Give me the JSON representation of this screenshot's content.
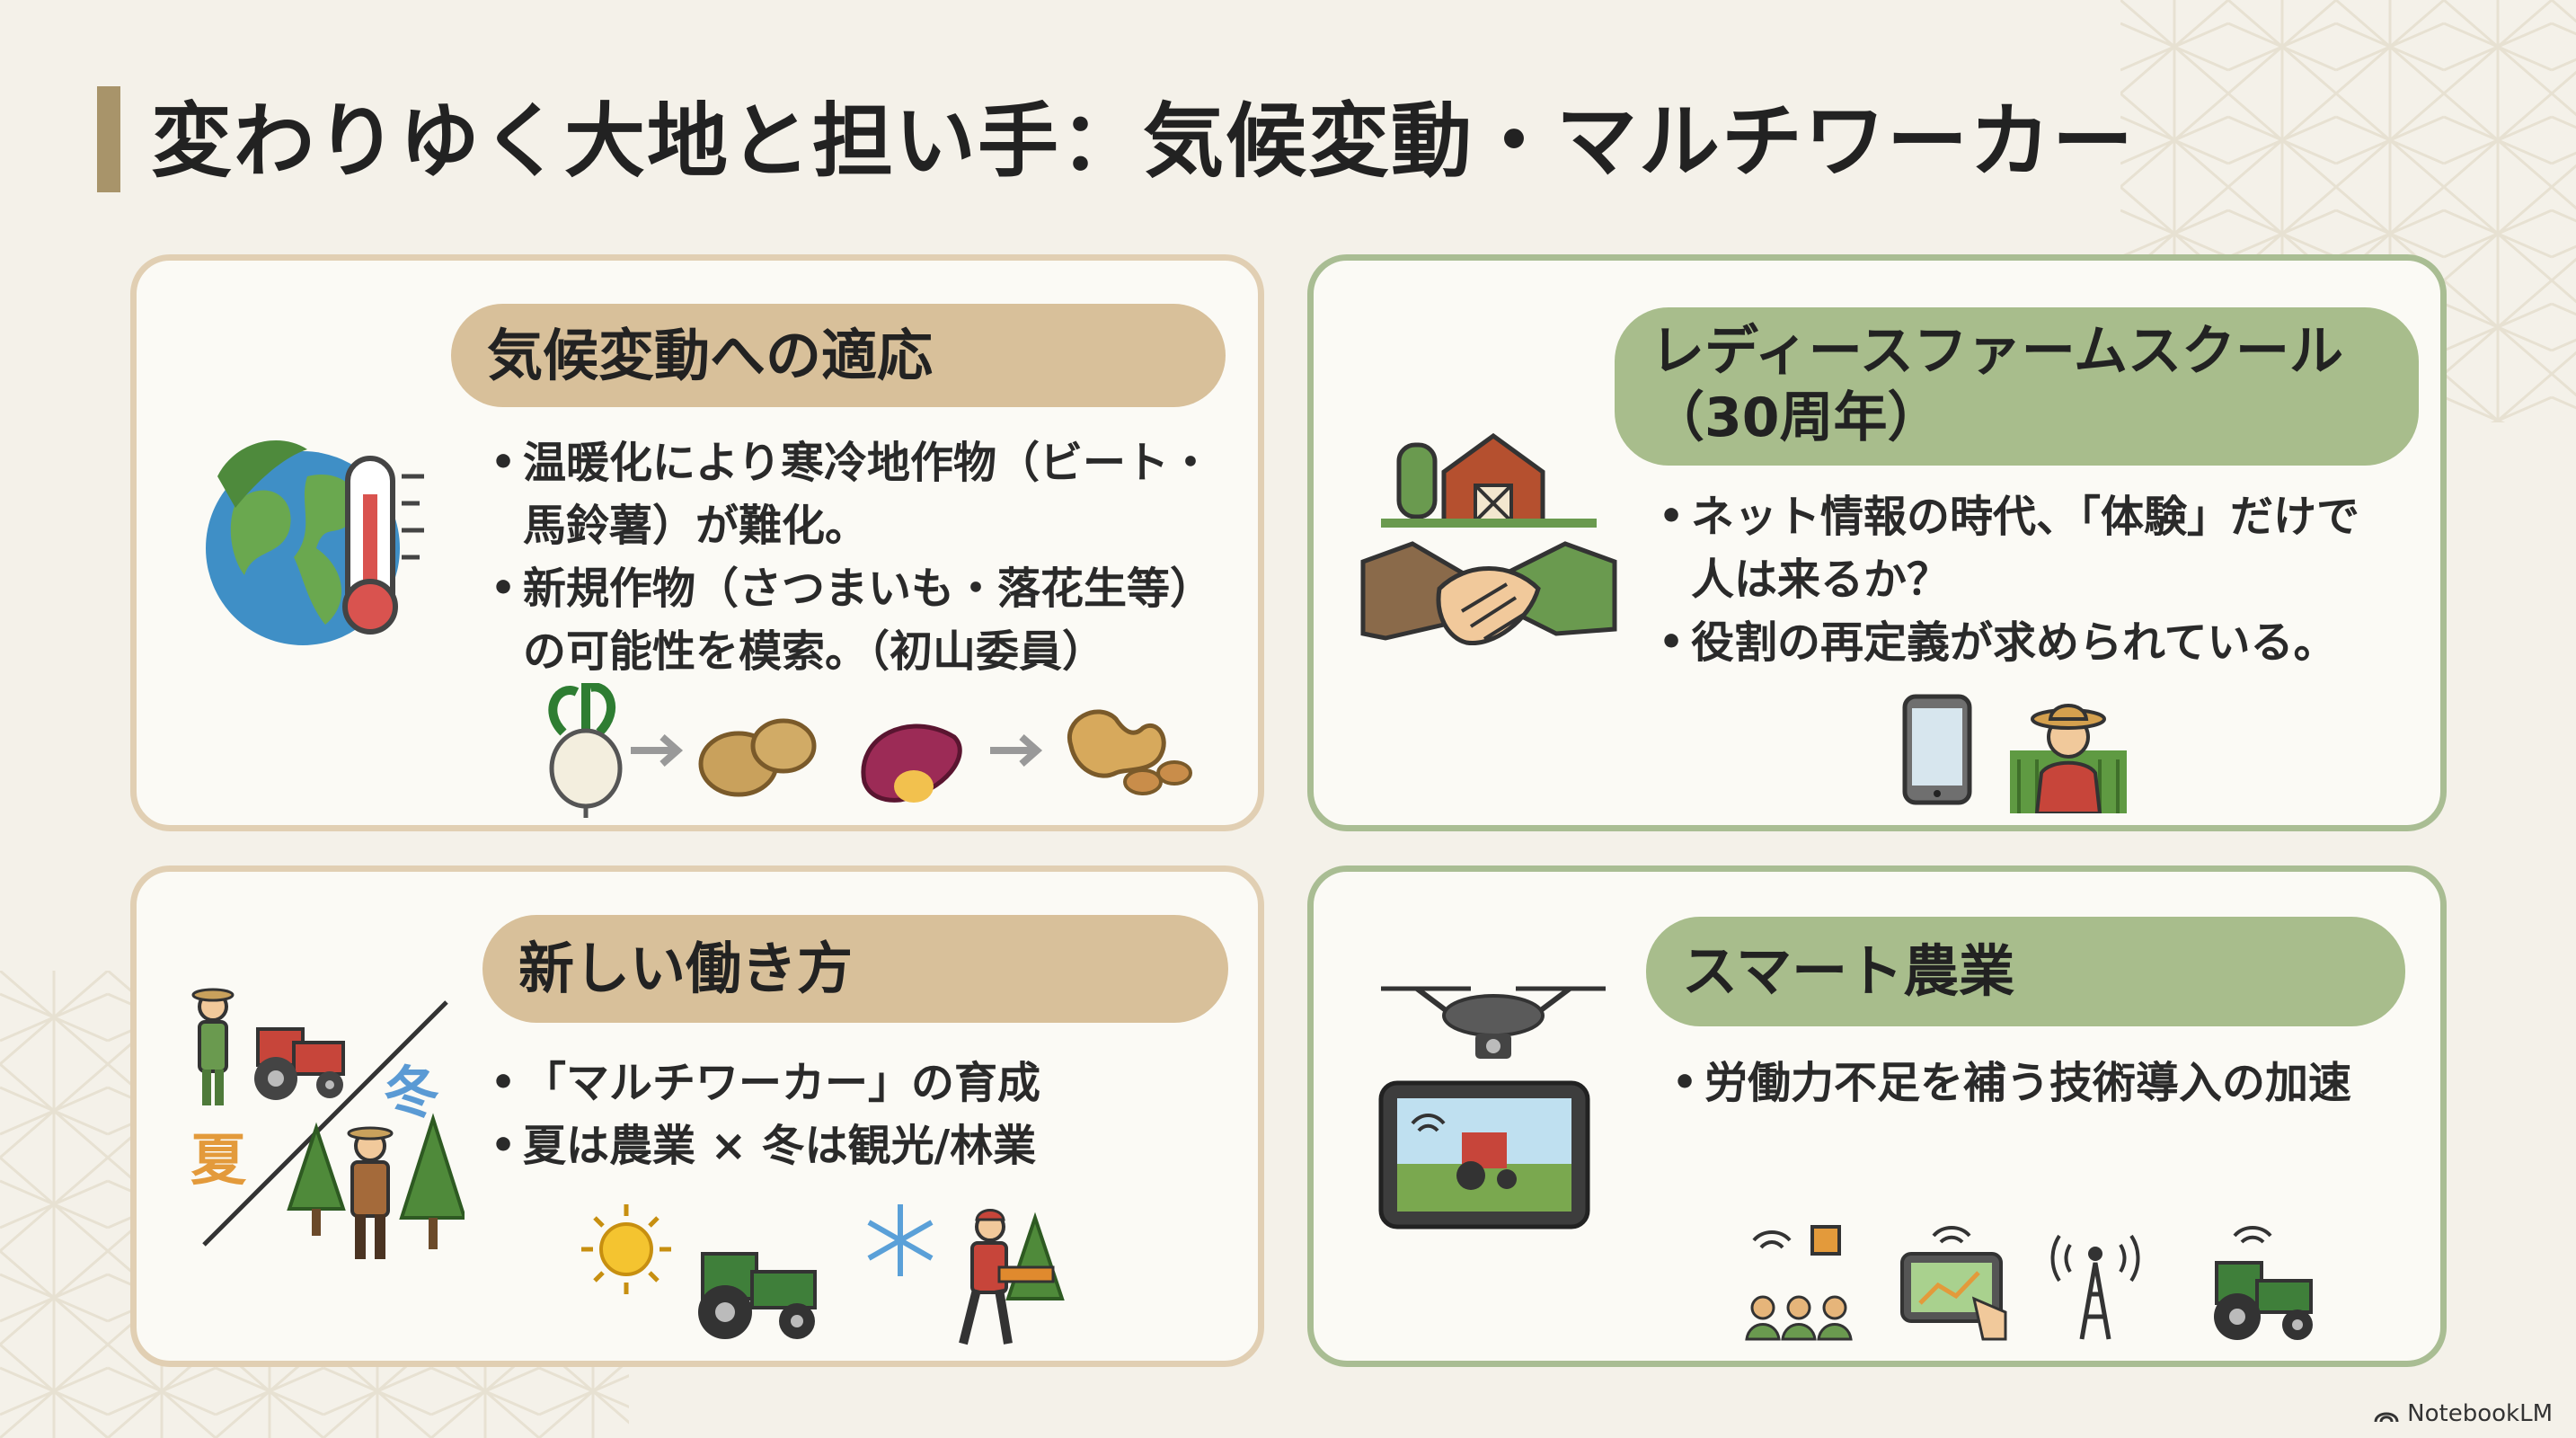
{
  "title": "変わりゆく大地と担い手：気候変動・マルチワーカー",
  "cards": {
    "climate": {
      "heading": "気候変動への適応",
      "bullets": [
        "温暖化により寒冷地作物（ビート・馬鈴薯）が難化。",
        "新規作物（さつまいも・落花生等）の可能性を模索。（初山委員）"
      ]
    },
    "school": {
      "heading_line1": "レディースファームスクール",
      "heading_line2": "（30周年）",
      "bullets": [
        "ネット情報の時代、「体験」だけで人は来るか？",
        "役割の再定義が求められている。"
      ]
    },
    "work": {
      "heading": "新しい働き方",
      "bullets": [
        "「マルチワーカー」の育成",
        "夏は農業 × 冬は観光/林業"
      ],
      "summer": "夏",
      "winter": "冬"
    },
    "smart": {
      "heading": "スマート農業",
      "bullets": [
        "労働力不足を補う技術導入の加速"
      ]
    }
  },
  "brand": "NotebookLM",
  "icons": [
    "globe-thermometer-icon",
    "beet-icon",
    "arrow-right-icon",
    "potato-icon",
    "sweet-potato-icon",
    "peanut-icon",
    "barn-handshake-icon",
    "smartphone-icon",
    "farmer-woman-icon",
    "farmer-tractor-icon",
    "forester-icon",
    "sun-icon",
    "tractor-icon",
    "snowflake-icon",
    "chainsaw-worker-icon",
    "drone-tablet-icon",
    "iot-people-icon",
    "tablet-touch-icon",
    "signal-tower-icon",
    "smart-tractor-icon",
    "notebooklm-logo-icon"
  ],
  "colors": {
    "tan": "#d8c09a",
    "green": "#a8bd8c",
    "accent": "#a8946a",
    "background": "#f4f1e9"
  }
}
